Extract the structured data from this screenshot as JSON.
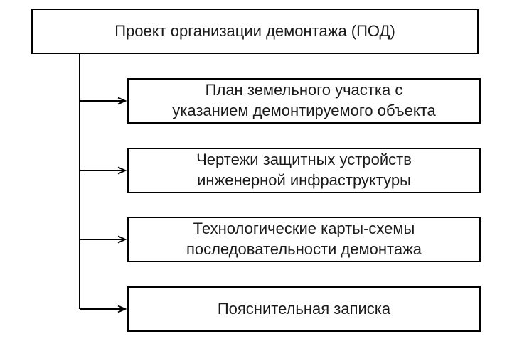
{
  "diagram": {
    "type": "flowchart",
    "root": {
      "label": "Проект организации демонтажа (ПОД)"
    },
    "children": [
      {
        "label": "План земельного участка с\nуказанием демонтируемого объекта"
      },
      {
        "label": "Чертежи защитных устройств\nинженерной инфраструктуры"
      },
      {
        "label": "Технологические карты-схемы\nпоследовательности демонтажа"
      },
      {
        "label": "Пояснительная записка"
      }
    ],
    "colors": {
      "line": "#000000",
      "text": "#1a1a1a",
      "background": "#ffffff",
      "box_fill": "#ffffff"
    }
  }
}
